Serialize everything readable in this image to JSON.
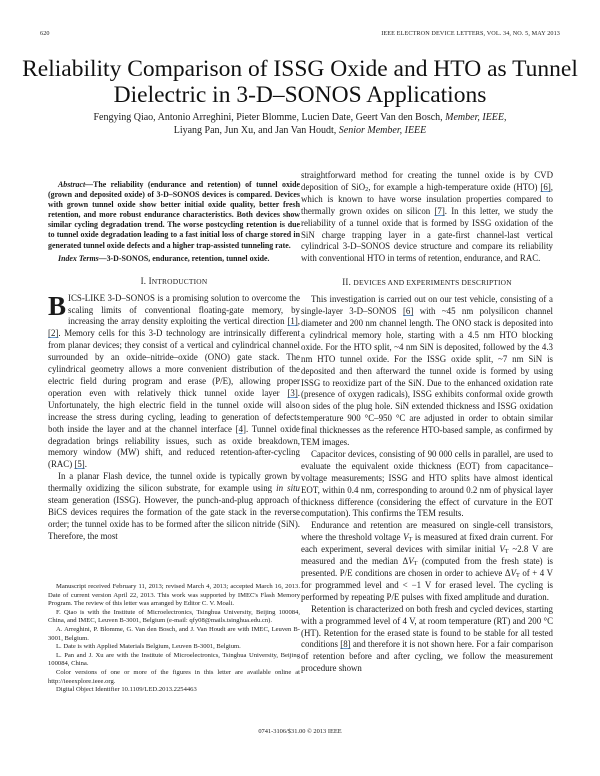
{
  "header": {
    "page_number": "620",
    "journal": "IEEE ELECTRON DEVICE LETTERS, VOL. 34, NO. 5, MAY 2013"
  },
  "title": "Reliability Comparison of ISSG Oxide and HTO as Tunnel Dielectric in 3-D–SONOS Applications",
  "authors": {
    "line1": "Fengying Qiao, Antonio Arreghini, Pieter Blomme, Lucien Date, Geert Van den Bosch,",
    "line1_role": "Member, IEEE,",
    "line2": "Liyang Pan, Jun Xu, and Jan Van Houdt,",
    "line2_role": "Senior Member, IEEE"
  },
  "abstract": {
    "label": "Abstract—",
    "text": "The reliability (endurance and retention) of tunnel oxide (grown and deposited oxide) of 3-D–SONOS devices is compared. Devices with grown tunnel oxide show better initial oxide quality, better fresh retention, and more robust endurance characteristics. Both devices show similar cycling degradation trend. The worse postcycling retention is due to tunnel oxide degradation leading to a fast initial loss of charge stored in generated tunnel oxide defects and a higher trap-assisted tunneling rate."
  },
  "index_terms": {
    "label": "Index Terms—",
    "text": "3-D-SONOS, endurance, retention, tunnel oxide."
  },
  "sections": {
    "intro": {
      "number": "I.",
      "title_first": "I",
      "title_rest": "NTRODUCTION"
    },
    "devices": {
      "number": "II.",
      "title": "DEVICES AND EXPERIMENTS DESCRIPTION"
    }
  },
  "intro": {
    "drop_cap": "B",
    "p1_a": "ICS-LIKE 3-D–SONOS is a promising solution to overcome the scaling limits of conventional floating-gate memory, by increasing the array density exploiting the vertical direction ",
    "ref1": "[1]",
    "ref2": "[2]",
    "p1_b": ". Memory cells for this 3-D technology are intrinsically different from planar devices; they consist of a vertical and cylindrical channel surrounded by an oxide–nitride–oxide (ONO) gate stack. The cylindrical geometry allows a more convenient distribution of the electric field during program and erase (P/E), allowing proper operation even with relatively thick tunnel oxide layer ",
    "ref3": "[3]",
    "p1_c": ". Unfortunately, the high electric field in the tunnel oxide will also increase the stress during cycling, leading to generation of defects both inside the layer and at the channel interface ",
    "ref4": "[4]",
    "p1_d": ". Tunnel oxide degradation brings reliability issues, such as oxide breakdown, memory window (MW) shift, and reduced retention-after-cycling (RAC) ",
    "ref5": "[5]",
    "p2_a": "In a planar Flash device, the tunnel oxide is typically grown by thermally oxidizing the silicon substrate, for example using ",
    "p2_italic": "in situ",
    "p2_b": " steam generation (ISSG). However, the punch-and-plug approach of BiCS devices requires the formation of the gate stack in the reverse order; the tunnel oxide has to be formed after the silicon nitride (SiN). Therefore, the most"
  },
  "right_col": {
    "p1_a": "straightforward method for creating the tunnel oxide is by CVD deposition of SiO",
    "p1_sub": "2",
    "p1_b": ", for example a high-temperature oxide (HTO) ",
    "ref6": "[6]",
    "p1_c": ", which is known to have worse insulation properties compared to thermally grown oxides on silicon ",
    "ref7": "[7]",
    "p1_d": ". In this letter, we study the reliability of a tunnel oxide that is formed by ISSG oxidation of the SiN charge trapping layer in a gate-first channel-last vertical cylindrical 3-D–SONOS device structure and compare its reliability with conventional HTO in terms of retention, endurance, and RAC.",
    "s2_p1_a": "This investigation is carried out on our test vehicle, consisting of a single-layer 3-D–SONOS ",
    "s2_ref6": "[6]",
    "s2_p1_b": " with ~45 nm polysilicon channel diameter and 200 nm channel length. The ONO stack is deposited into a cylindrical memory hole, starting with a 4.5 nm HTO blocking oxide. For the HTO split, ~4 nm SiN is deposited, followed by the 4.3 nm HTO tunnel oxide. For the ISSG oxide split, ~7 nm SiN is deposited and then afterward the tunnel oxide is formed by using ISSG to reoxidize part of the SiN. Due to the enhanced oxidation rate (presence of oxygen radicals), ISSG exhibits conformal oxide growth on sides of the plug hole. SiN extended thickness and ISSG oxidation temperature 900 °C–950 °C are adjusted in order to obtain similar final thicknesses as the reference HTO-based sample, as confirmed by TEM images.",
    "s2_p2": "Capacitor devices, consisting of 90 000 cells in parallel, are used to evaluate the equivalent oxide thickness (EOT) from capacitance–voltage measurements; ISSG and HTO splits have almost identical EOT, within 0.4 nm, corresponding to around 0.2 nm of physical layer thickness difference (considering the effect of curvature in the EOT computation). This confirms the TEM results.",
    "s2_p3_a": "Endurance and retention are measured on single-cell transistors, where the threshold voltage ",
    "vt": "V",
    "vt_sub": "T",
    "s2_p3_b": " is measured at fixed drain current. For each experiment, several devices with similar initial ",
    "s2_p3_c": " ~2.8 V are measured and the median Δ",
    "s2_p3_d": " (computed from the fresh state) is presented. P/E conditions are chosen in order to achieve Δ",
    "s2_p3_e": " of + 4 V for programmed level and < −1 V for erased level. The cycling is performed by repeating P/E pulses with fixed amplitude and duration.",
    "s2_p4_a": "Retention is characterized on both fresh and cycled devices, starting with a programmed level of 4 V, at room temperature (RT) and 200 °C (HT). Retention for the erased state is found to be stable for all tested conditions ",
    "ref8": "[8]",
    "s2_p4_b": " and therefore it is not shown here. For a fair comparison of retention before and after cycling, we follow the measurement procedure shown"
  },
  "footnotes": [
    "Manuscript received February 11, 2013; revised March 4, 2013; accepted March 16, 2013. Date of current version April 22, 2013. This work was supported by IMEC's Flash Memory Program. The review of this letter was arranged by Editor C. V. Moali.",
    "F. Qiao is with the Institute of Microelectronics, Tsinghua University, Beijing 100084, China, and IMEC, Leuven B-3001, Belgium (e-mail: qfy08@mails.tsinghua.edu.cn).",
    "A. Arreghini, P. Blomme, G. Van den Bosch, and J. Van Houdt are with IMEC, Leuven B-3001, Belgium.",
    "L. Date is with Applied Materials Belgium, Leuven B-3001, Belgium.",
    "L. Pan and J. Xu are with the Institute of Microelectronics, Tsinghua University, Beijing 100084, China.",
    "Color versions of one or more of the figures in this letter are available online at http://ieeexplore.ieee.org.",
    "Digital Object Identifier 10.1109/LED.2013.2254463"
  ],
  "copyright": "0741-3106/$31.00 © 2013 IEEE"
}
